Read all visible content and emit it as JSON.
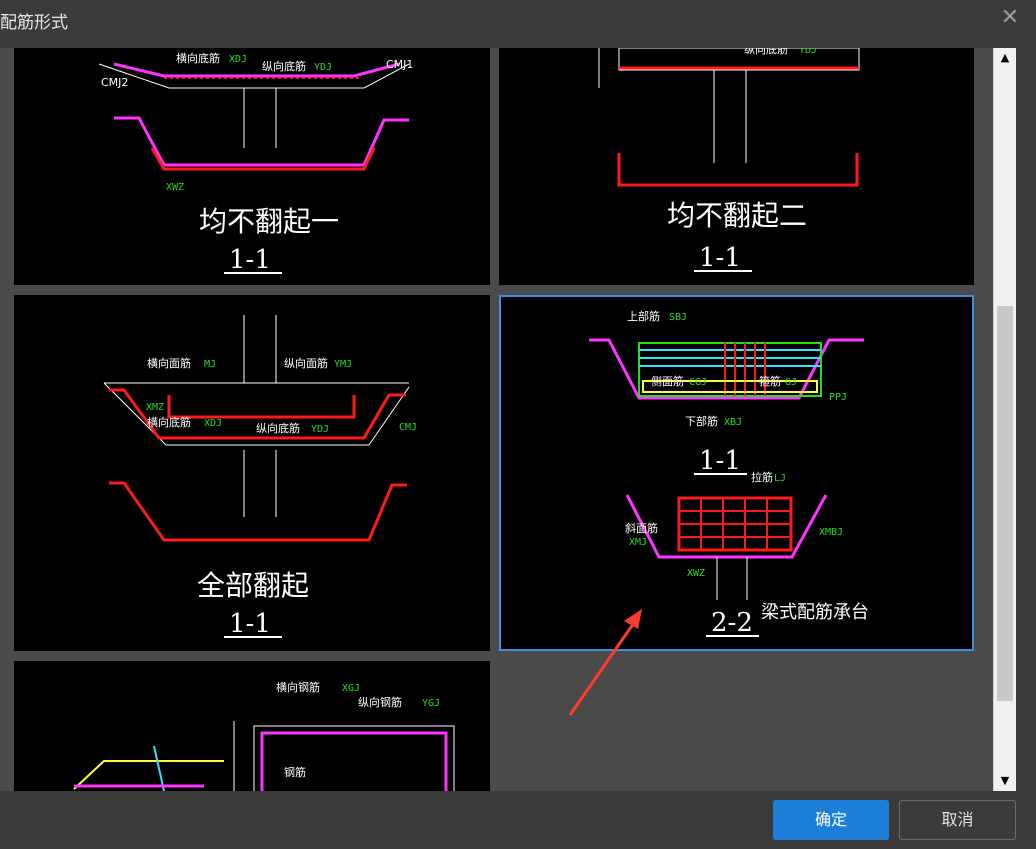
{
  "window": {
    "title": "配筋形式"
  },
  "options": [
    {
      "id": "opt1",
      "caption": "均不翻起一",
      "section": "1-1",
      "labels": {
        "trans_bottom": "横向底筋",
        "trans_bottom_code": "XDJ",
        "long_bottom": "纵向底筋",
        "long_bottom_code": "YDJ",
        "cmj1": "CMJ1",
        "cmj2": "CMJ2",
        "xwz": "XWZ"
      }
    },
    {
      "id": "opt2",
      "caption": "均不翻起二",
      "section": "1-1",
      "labels": {
        "long_bottom": "纵向底筋",
        "long_bottom_code": "YDJ"
      }
    },
    {
      "id": "opt3",
      "caption": "全部翻起",
      "section": "1-1",
      "labels": {
        "trans_face": "横向面筋",
        "trans_face_code": "MJ",
        "long_face": "纵向面筋",
        "long_face_code": "YMJ",
        "trans_bottom": "横向底筋",
        "trans_bottom_code": "XDJ",
        "long_bottom": "纵向底筋",
        "long_bottom_code": "YDJ",
        "cmj": "CMJ",
        "xmz": "XMZ"
      }
    },
    {
      "id": "opt4",
      "caption": "梁式配筋承台",
      "section_a": "1-1",
      "section_b": "2-2",
      "selected": true,
      "labels": {
        "top": "上部筋",
        "top_code": "SBJ",
        "side": "侧面筋",
        "side_code": "CGJ",
        "stirrup": "箍筋",
        "stirrup_code": "GJ",
        "bottom": "下部筋",
        "bottom_code": "XBJ",
        "lj": "拉筋",
        "lj_code": "LJ",
        "side2": "斜面筋",
        "side2_code": "XMJ",
        "xmbj": "XMBJ",
        "xwz": "XWZ",
        "ppj": "PPJ"
      }
    },
    {
      "id": "opt5",
      "labels": {
        "trans_steel": "横向钢筋",
        "trans_steel_code": "XGJ",
        "long_steel": "纵向钢筋",
        "long_steel_code": "YGJ",
        "steel": "钢筋"
      }
    }
  ],
  "scrollbar": {
    "up": "▲",
    "down": "▼"
  },
  "buttons": {
    "ok": "确定",
    "cancel": "取消"
  },
  "colors": {
    "accent": "#1e7fd9",
    "selection": "#3d8fe0",
    "arrow": "#ff3b2f",
    "rebar_red": "#ff1a1a",
    "rebar_magenta": "#ff33ff",
    "label_green": "#22dd22"
  }
}
